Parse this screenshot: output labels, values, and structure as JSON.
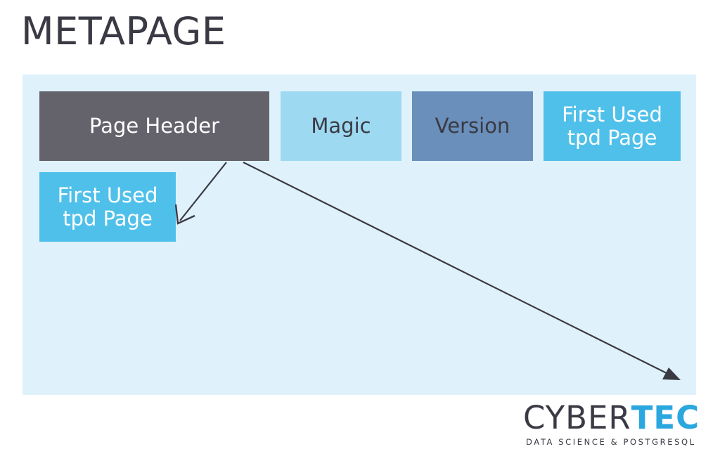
{
  "title": "METAPAGE",
  "boxes": {
    "page_header": {
      "label": "Page Header"
    },
    "magic": {
      "label": "Magic"
    },
    "version": {
      "label": "Version"
    },
    "first_used_top": {
      "line1": "First Used",
      "line2": "tpd Page"
    },
    "first_used_left": {
      "line1": "First Used",
      "line2": "tpd Page"
    }
  },
  "colors": {
    "page_header": "#64636c",
    "magic": "#9dd9f1",
    "version": "#6a8fbb",
    "first_used": "#4fc0ea",
    "panel": "#dff2fb",
    "arrow": "#3a3a44",
    "brand_accent": "#2ba7df"
  },
  "logo": {
    "word_part1": "CYBER",
    "word_part2": "TEC",
    "tagline": "DATA SCIENCE & POSTGRESQL"
  }
}
